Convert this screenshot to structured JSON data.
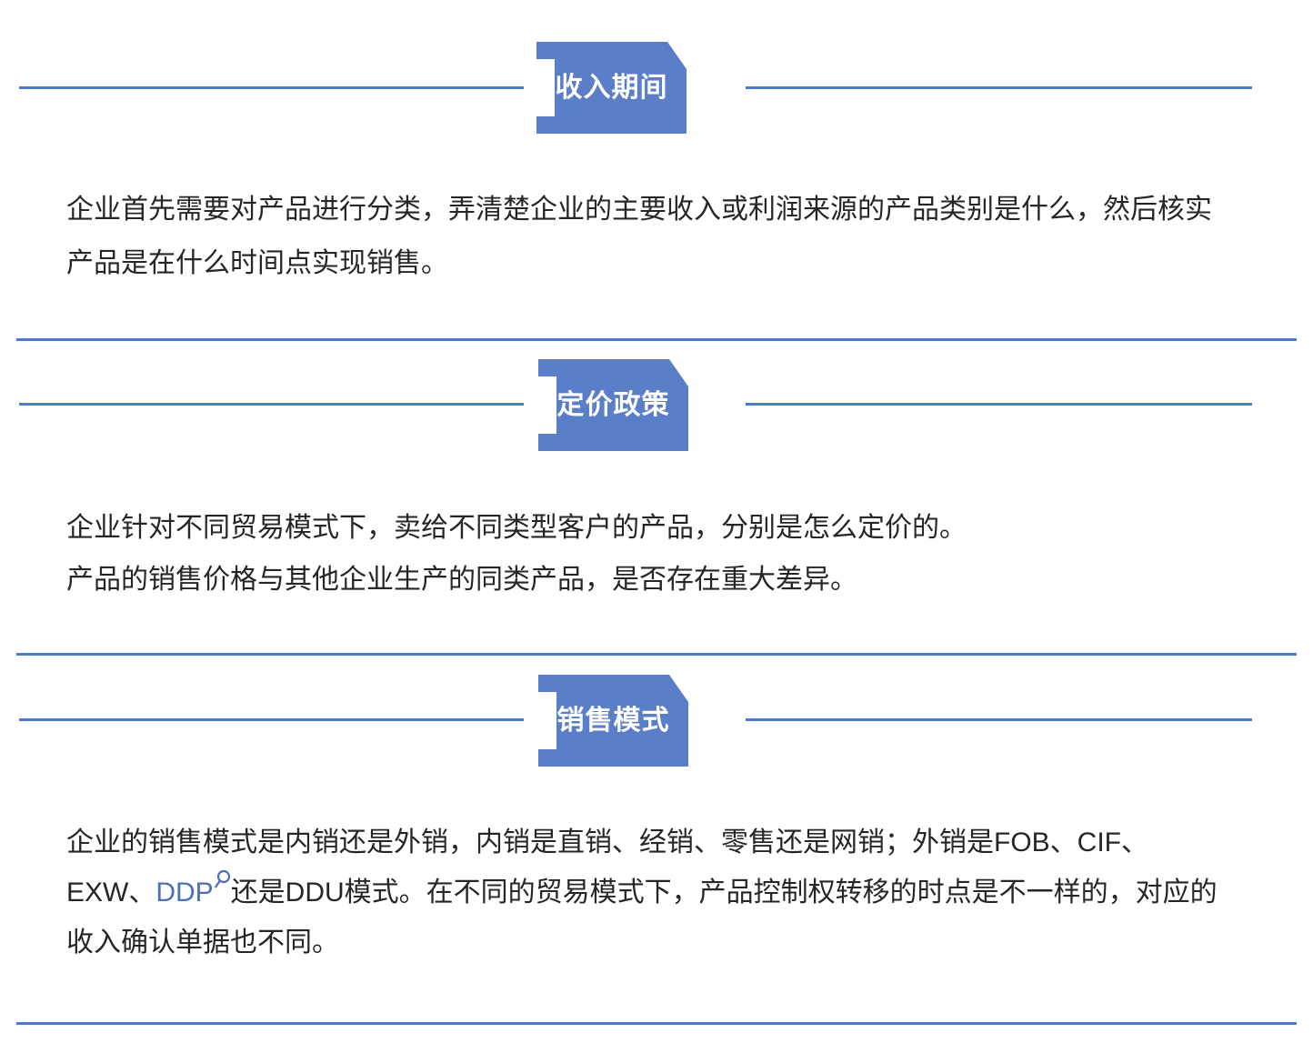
{
  "page": {
    "background": "#ffffff",
    "colors": {
      "badge_blue": "#5B7EC9",
      "rule_blue": "#4A7AC9",
      "body_text": "#262626",
      "link_blue": "#4D6FB5"
    }
  },
  "sections": [
    {
      "id": "revenue-period",
      "badge_label": "收入期间",
      "paragraph": {
        "lines": [
          "企业首先需要对产品进行分类，弄清楚企业的主要收入或利润来源的产品类别是什么，然后核实",
          "产品是在什么时间点实现销售。"
        ]
      }
    },
    {
      "id": "pricing-policy",
      "badge_label": "定价政策",
      "paragraph": {
        "lines": [
          "企业针对不同贸易模式下，卖给不同类型客户的产品，分别是怎么定价的。",
          "产品的销售价格与其他企业生产的同类产品，是否存在重大差异。"
        ]
      }
    },
    {
      "id": "sales-model",
      "badge_label": "销售模式",
      "paragraph": {
        "line1": "企业的销售模式是内销还是外销，内销是直销、经销、零售还是网销；外销是FOB、CIF、",
        "line2_pre": "EXW、",
        "line2_link_text": "DDP",
        "line2_link_icon": "magnifier-icon",
        "line2_post": "还是DDU模式。在不同的贸易模式下，产品控制权转移的时点是不一样的，对应的",
        "line3": "收入确认单据也不同。"
      }
    }
  ]
}
